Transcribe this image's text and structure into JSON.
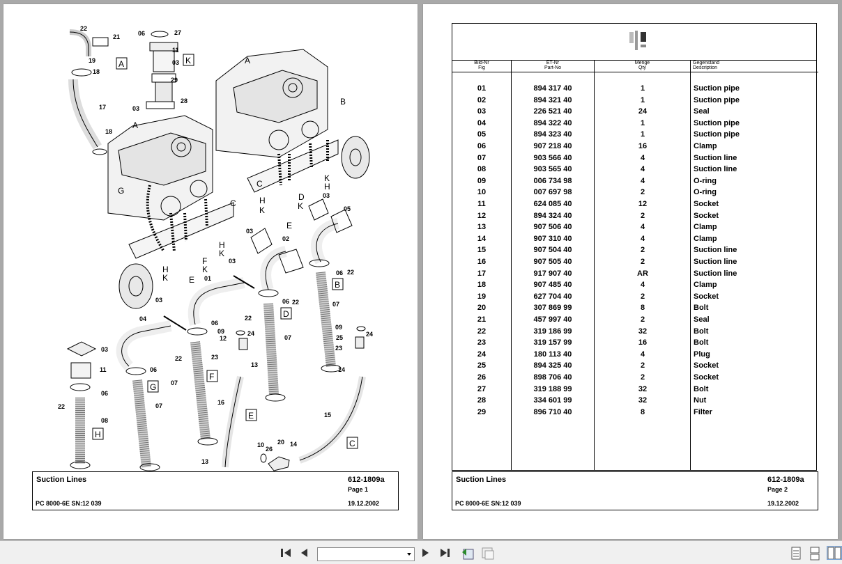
{
  "page1": {
    "footer": {
      "title": "Suction Lines",
      "doc_number": "612-1809a",
      "page": "Page 1",
      "model": "PC 8000-6E SN:12 039",
      "date": "19.12.2002"
    },
    "diagram_labels": [
      "22",
      "21",
      "19",
      "18",
      "17",
      "18",
      "06",
      "27",
      "11",
      "03",
      "29",
      "03",
      "28",
      "A",
      "K",
      "A",
      "B",
      "G",
      "C",
      "H",
      "K",
      "C",
      "H",
      "K",
      "D",
      "K",
      "H",
      "03",
      "05",
      "F",
      "K",
      "E",
      "H",
      "K",
      "E",
      "03",
      "02",
      "22",
      "06",
      "B",
      "03",
      "01",
      "22",
      "06",
      "D",
      "22",
      "07",
      "09",
      "24",
      "12",
      "25",
      "23",
      "13",
      "07",
      "24",
      "23",
      "14",
      "03",
      "04",
      "22",
      "06",
      "11",
      "06",
      "22",
      "08",
      "07",
      "G",
      "07",
      "F",
      "16",
      "E",
      "15",
      "C",
      "10",
      "26",
      "20",
      "14",
      "13",
      "H"
    ]
  },
  "page2": {
    "columns": {
      "fig": [
        "Bild-Nr",
        "Fig"
      ],
      "part": [
        "ET-Nr",
        "Part-No"
      ],
      "qty": [
        "Menge",
        "Qty"
      ],
      "desc": [
        "Gegenstand",
        "Description"
      ]
    },
    "rows": [
      {
        "fig": "01",
        "part": "894 317 40",
        "qty": "1",
        "desc": "Suction pipe"
      },
      {
        "fig": "02",
        "part": "894 321 40",
        "qty": "1",
        "desc": "Suction pipe"
      },
      {
        "fig": "03",
        "part": "226 521 40",
        "qty": "24",
        "desc": "Seal"
      },
      {
        "fig": "04",
        "part": "894 322 40",
        "qty": "1",
        "desc": "Suction pipe"
      },
      {
        "fig": "05",
        "part": "894 323 40",
        "qty": "1",
        "desc": "Suction pipe"
      },
      {
        "fig": "06",
        "part": "907 218 40",
        "qty": "16",
        "desc": "Clamp"
      },
      {
        "fig": "07",
        "part": "903 566 40",
        "qty": "4",
        "desc": "Suction line"
      },
      {
        "fig": "08",
        "part": "903 565 40",
        "qty": "4",
        "desc": "Suction line"
      },
      {
        "fig": "09",
        "part": "006 734 98",
        "qty": "4",
        "desc": "O-ring"
      },
      {
        "fig": "10",
        "part": "007 697 98",
        "qty": "2",
        "desc": "O-ring"
      },
      {
        "fig": "11",
        "part": "624 085 40",
        "qty": "12",
        "desc": "Socket"
      },
      {
        "fig": "12",
        "part": "894 324 40",
        "qty": "2",
        "desc": "Socket"
      },
      {
        "fig": "13",
        "part": "907 506 40",
        "qty": "4",
        "desc": "Clamp"
      },
      {
        "fig": "14",
        "part": "907 310 40",
        "qty": "4",
        "desc": "Clamp"
      },
      {
        "fig": "15",
        "part": "907 504 40",
        "qty": "2",
        "desc": "Suction line"
      },
      {
        "fig": "16",
        "part": "907 505 40",
        "qty": "2",
        "desc": "Suction line"
      },
      {
        "fig": "17",
        "part": "917 907 40",
        "qty": "AR",
        "desc": "Suction line"
      },
      {
        "fig": "18",
        "part": "907 485 40",
        "qty": "4",
        "desc": "Clamp"
      },
      {
        "fig": "19",
        "part": "627 704 40",
        "qty": "2",
        "desc": "Socket"
      },
      {
        "fig": "20",
        "part": "307 869 99",
        "qty": "8",
        "desc": "Bolt"
      },
      {
        "fig": "21",
        "part": "457 997 40",
        "qty": "2",
        "desc": "Seal"
      },
      {
        "fig": "22",
        "part": "319 186 99",
        "qty": "32",
        "desc": "Bolt"
      },
      {
        "fig": "23",
        "part": "319 157 99",
        "qty": "16",
        "desc": "Bolt"
      },
      {
        "fig": "24",
        "part": "180 113 40",
        "qty": "4",
        "desc": "Plug"
      },
      {
        "fig": "25",
        "part": "894 325 40",
        "qty": "2",
        "desc": "Socket"
      },
      {
        "fig": "26",
        "part": "898 706 40",
        "qty": "2",
        "desc": "Socket"
      },
      {
        "fig": "27",
        "part": "319 188 99",
        "qty": "32",
        "desc": "Bolt"
      },
      {
        "fig": "28",
        "part": "334 601 99",
        "qty": "32",
        "desc": "Nut"
      },
      {
        "fig": "29",
        "part": "896 710 40",
        "qty": "8",
        "desc": "Filter"
      }
    ],
    "footer": {
      "title": "Suction Lines",
      "doc_number": "612-1809a",
      "page": "Page 2",
      "model": "PC 8000-6E SN:12 039",
      "date": "19.12.2002"
    }
  },
  "toolbar": {
    "icons": [
      "first-page-icon",
      "prev-page-icon",
      "page-dropdown",
      "next-page-icon",
      "last-page-icon",
      "go-back-icon",
      "go-forward-icon",
      "single-page-view-icon",
      "continuous-view-icon",
      "facing-pages-view-icon"
    ],
    "page_field_value": ""
  }
}
